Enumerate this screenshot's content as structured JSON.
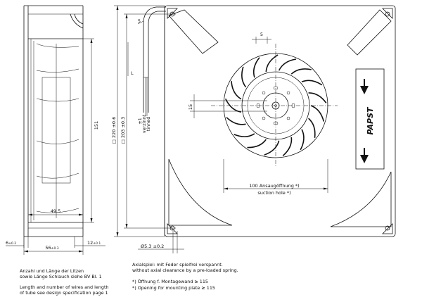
{
  "drawing": {
    "side_view": {
      "height_dim": "151",
      "inner_width_dim": "49.5",
      "total_width_dim": "56",
      "total_width_tol": "±0.3",
      "left_offset_dim": "6",
      "left_offset_tol": "±0.2",
      "right_offset_dim": "12",
      "right_offset_tol": "±0.1"
    },
    "front_view": {
      "outer_dim": "□ 220 ±0.6",
      "inner_dim": "□ 203 ±0.3",
      "wire_offset": "5",
      "wire_tolerance": "±1",
      "wire_label_de": "verzinnt",
      "wire_label_en": "tinned",
      "wire_length_label": "L",
      "top_offset": "5",
      "hub_offset": "15",
      "hole_dim": "Ø5.3 ±0.2",
      "suction_label_de": "100 Ansaugöffnung *)",
      "suction_label_en": "suction hole *)",
      "brand": "PAPST"
    }
  },
  "notes": {
    "wires_de_1": "Anzahl und Länge der Litzen",
    "wires_de_2": "sowie Länge Schlauch siehe BV Bl. 1",
    "wires_en_1": "Length and number of wires and length",
    "wires_en_2": "of tube see design specification page 1",
    "axial_de": "Axialspiel: mit Feder spielfrei verspannt.",
    "axial_en": "without axial clearance by a pre-loaded spring.",
    "opening_de": "*) Öffnung f. Montagewand ≥ 115",
    "opening_en": "*) Opening for mounting plate ≥ 115"
  }
}
